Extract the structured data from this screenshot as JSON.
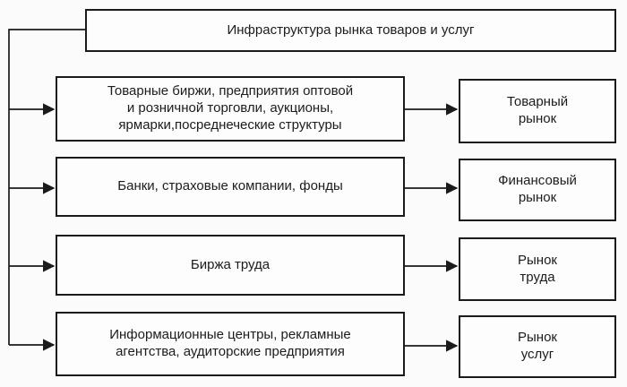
{
  "diagram": {
    "title": "Инфраструктура рынка товаров и услуг",
    "rows": [
      {
        "source": "Товарные биржи, предприятия оптовой\nи розничной торговли, аукционы,\nярмарки,посреднеческие структуры",
        "target": "Товарный\nрынок"
      },
      {
        "source": "Банки, страховые компании, фонды",
        "target": "Финансовый\nрынок"
      },
      {
        "source": "Биржа труда",
        "target": "Рынок\nтруда"
      },
      {
        "source": "Информационные центры, рекламные\nагентства, аудиторские предприятия",
        "target": "Рынок\nуслуг"
      }
    ],
    "colors": {
      "background": "#fbfbfb",
      "box_fill": "#fdfdfd",
      "line": "#1b1b1b",
      "text": "#1c1c1c"
    }
  }
}
